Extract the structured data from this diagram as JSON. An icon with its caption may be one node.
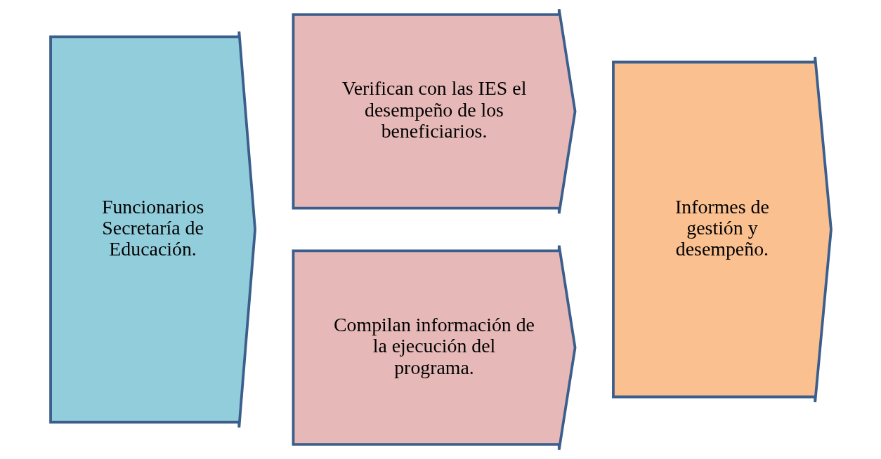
{
  "diagram": {
    "nodes": [
      {
        "text": [
          "Funcionarios Secretaría de Educación."
        ]
      },
      {
        "text": [
          "Verifican con las IES el desempeño de los beneficiarios."
        ]
      },
      {
        "text": [
          "Compilan información de la ejecución del programa."
        ]
      },
      {
        "text": [
          "Informes de gestión y desempeño."
        ]
      }
    ]
  }
}
